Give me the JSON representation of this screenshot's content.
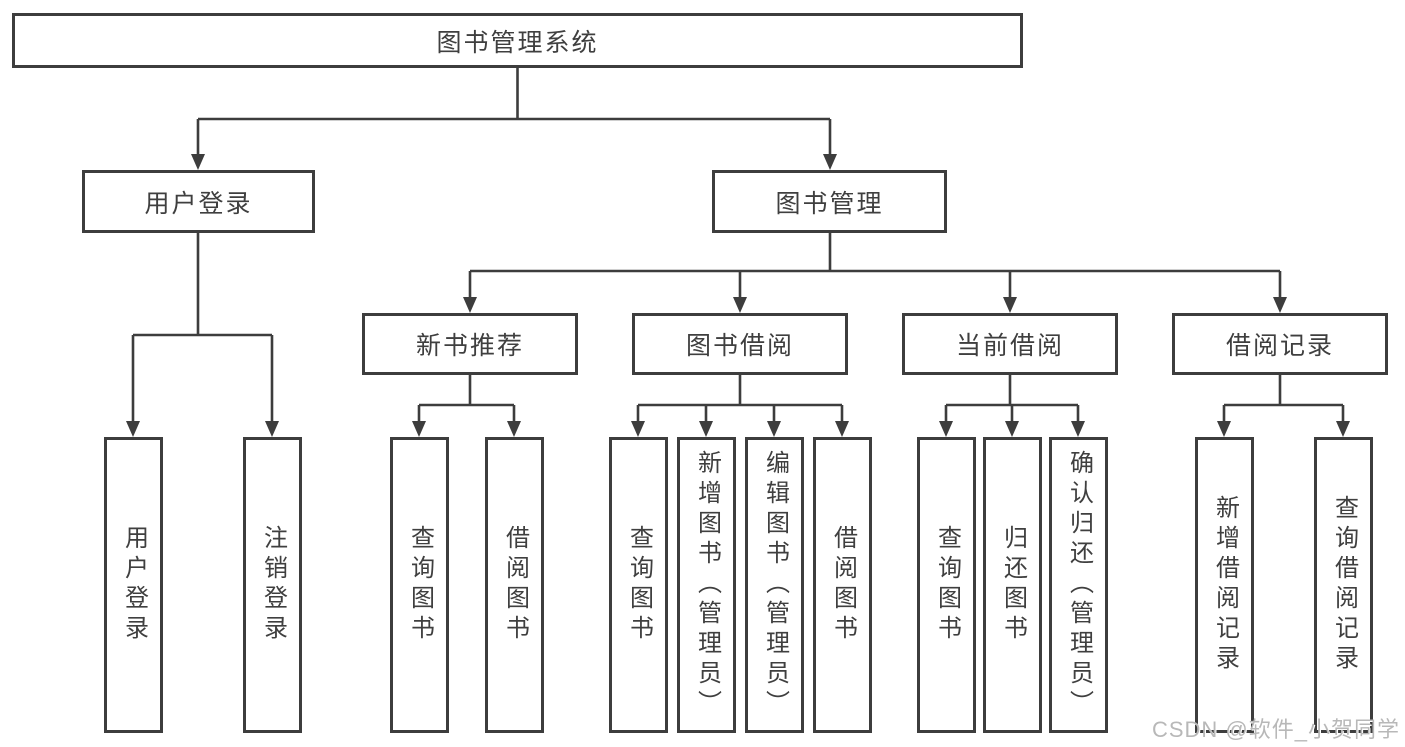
{
  "diagram": {
    "root": {
      "label": "图书管理系统",
      "children": [
        {
          "label": "用户登录",
          "leaves": [
            "用户登录",
            "注销登录"
          ]
        },
        {
          "label": "图书管理",
          "children": [
            {
              "label": "新书推荐",
              "leaves": [
                "查询图书",
                "借阅图书"
              ]
            },
            {
              "label": "图书借阅",
              "leaves": [
                "查询图书",
                "新增图书（管理员）",
                "编辑图书（管理员）",
                "借阅图书"
              ]
            },
            {
              "label": "当前借阅",
              "leaves": [
                "查询图书",
                "归还图书",
                "确认归还（管理员）"
              ]
            },
            {
              "label": "借阅记录",
              "leaves": [
                "新增借阅记录",
                "查询借阅记录"
              ]
            }
          ]
        }
      ]
    }
  },
  "watermark": "CSDN @软件_小贺同学",
  "colors": {
    "line": "#3d3d3d",
    "text": "#3f3f3f",
    "watermark": "#b8b8b8",
    "background": "#ffffff"
  }
}
